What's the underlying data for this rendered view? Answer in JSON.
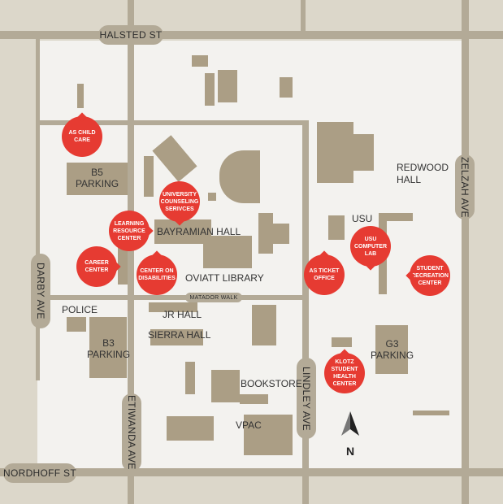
{
  "streets": {
    "halsted": "HALSTED ST",
    "nordhoff": "NORDHOFF ST",
    "darby": "DARBY AVE",
    "etiwanda": "ETIWANDA AVE",
    "lindley": "LINDLEY AVE",
    "zelzah": "ZELZAH AVE",
    "matador_walk": "MATADOR WALK"
  },
  "labels": {
    "b5": "B5\nPARKING",
    "b3": "B3\nPARKING",
    "g3": "G3\nPARKING",
    "redwood": "REDWOOD\nHALL",
    "usu": "USU",
    "bayramian": "BAYRAMIAN HALL",
    "oviatt": "OVIATT LIBRARY",
    "police": "POLICE",
    "jr": "JR HALL",
    "sierra": "SIERRA HALL",
    "bookstore": "BOOKSTORE",
    "vpac": "VPAC",
    "north": "N"
  },
  "pins": [
    {
      "label": "AS CHILD CARE"
    },
    {
      "label": "UNIVERSITY COUNSELING SERIVCES"
    },
    {
      "label": "LEARNING RESOURCE CENTER"
    },
    {
      "label": "CAREER CENTER"
    },
    {
      "label": "CENTER ON DISABILITIES"
    },
    {
      "label": "USU COMPUTER LAB"
    },
    {
      "label": "AS TICKET OFFICE"
    },
    {
      "label": "STUDENT RECREATION CENTER"
    },
    {
      "label": "KLOTZ STUDENT HEALTH CENTER"
    }
  ],
  "colors": {
    "pin": "#e63b32",
    "building": "#ab9e85",
    "road": "#b3aa97"
  }
}
